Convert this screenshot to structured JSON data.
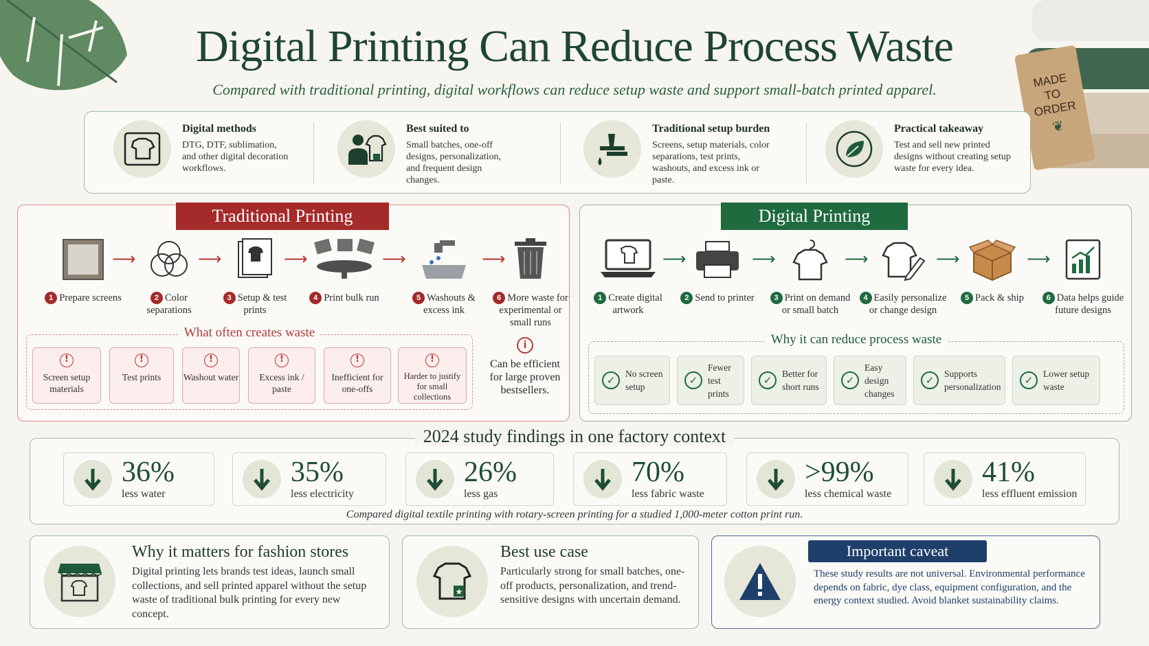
{
  "header": {
    "title": "Digital Printing Can Reduce Process Waste",
    "subtitle": "Compared with traditional printing, digital workflows can reduce setup waste and support small-batch printed apparel."
  },
  "tag": {
    "line1": "MADE",
    "line2": "TO",
    "line3": "ORDER"
  },
  "info": [
    {
      "title": "Digital methods",
      "body": "DTG, DTF, sublimation, and other digital decoration workflows.",
      "icon": "tshirt-frame-icon"
    },
    {
      "title": "Best suited to",
      "body": "Small batches, one-off designs, personalization, and frequent design changes.",
      "icon": "person-shirt-icon"
    },
    {
      "title": "Traditional setup burden",
      "body": "Screens, setup materials, color separations, test prints, washouts, and excess ink or paste.",
      "icon": "squeegee-icon"
    },
    {
      "title": "Practical takeaway",
      "body": "Test and sell new printed designs without creating setup waste for every idea.",
      "icon": "leaf-icon"
    }
  ],
  "traditional": {
    "title": "Traditional Printing",
    "steps": [
      {
        "n": "1",
        "label": "Prepare screens"
      },
      {
        "n": "2",
        "label": "Color separations"
      },
      {
        "n": "3",
        "label": "Setup & test prints"
      },
      {
        "n": "4",
        "label": "Print bulk run"
      },
      {
        "n": "5",
        "label": "Washouts & excess ink"
      },
      {
        "n": "6",
        "label": "More waste for experimental or small runs"
      }
    ],
    "waste_title": "What often creates waste",
    "waste": [
      "Screen setup materials",
      "Test prints",
      "Washout water",
      "Excess ink / paste",
      "Inefficient for one-offs",
      "Harder to justify for small collections"
    ],
    "side_note": "Can be efficient for large proven bestsellers."
  },
  "digital": {
    "title": "Digital Printing",
    "steps": [
      {
        "n": "1",
        "label": "Create digital artwork"
      },
      {
        "n": "2",
        "label": "Send to printer"
      },
      {
        "n": "3",
        "label": "Print on demand or small batch"
      },
      {
        "n": "4",
        "label": "Easily personalize or change design"
      },
      {
        "n": "5",
        "label": "Pack & ship"
      },
      {
        "n": "6",
        "label": "Data helps guide future designs"
      }
    ],
    "why_title": "Why it can reduce process waste",
    "why": [
      "No screen setup",
      "Fewer test prints",
      "Better for short runs",
      "Easy design changes",
      "Supports personalization",
      "Lower setup waste"
    ]
  },
  "study": {
    "title": "2024 study findings in one factory context",
    "stats": [
      {
        "value": "36%",
        "caption": "less water"
      },
      {
        "value": "35%",
        "caption": "less electricity"
      },
      {
        "value": "26%",
        "caption": "less gas"
      },
      {
        "value": "70%",
        "caption": "less fabric waste"
      },
      {
        "value": ">99%",
        "caption": "less chemical waste"
      },
      {
        "value": "41%",
        "caption": "less effluent emission"
      }
    ],
    "note": "Compared digital textile printing with rotary-screen printing for a studied 1,000-meter cotton print run."
  },
  "bottom": {
    "fashion": {
      "title": "Why it matters for fashion stores",
      "body": "Digital printing lets brands test ideas, launch small collections, and sell printed apparel without the setup waste of traditional bulk printing for every new concept."
    },
    "usecase": {
      "title": "Best use case",
      "body": "Particularly strong for small batches, one-off products, personalization, and trend-sensitive designs with uncertain demand."
    },
    "caveat": {
      "title": "Important caveat",
      "body": "These study results are not universal. Environmental performance depends on fabric, dye class, equipment configuration, and the energy context studied. Avoid blanket sustainability claims."
    }
  },
  "colors": {
    "red": "#a52a2a",
    "green": "#1f6a3f",
    "navy": "#1f3f6b",
    "title": "#1f4534"
  }
}
